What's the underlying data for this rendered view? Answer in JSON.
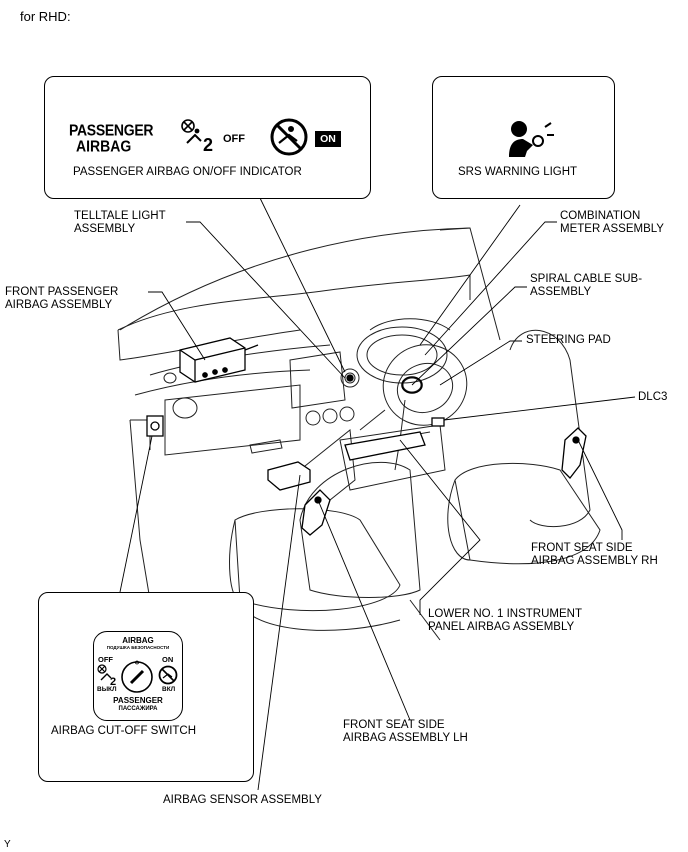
{
  "header": "for RHD:",
  "footer_mark": "Y",
  "indicator_box": {
    "passenger_line1": "PASSENGER",
    "passenger_line2": "AIRBAG",
    "off_text": "OFF",
    "on_text": "ON",
    "caption": "PASSENGER AIRBAG ON/OFF INDICATOR"
  },
  "srs_box": {
    "caption": "SRS WARNING LIGHT"
  },
  "switch_box": {
    "title": "AIRBAG",
    "cyr_line": "ПОДУШКА БЕЗОПАСНОСТИ",
    "off": "OFF",
    "on": "ON",
    "off_cyr": "ВЫКЛ",
    "on_cyr": "ВКЛ",
    "passenger": "PASSENGER",
    "passenger_cyr": "ПАССАЖИРА",
    "caption": "AIRBAG CUT-OFF SWITCH"
  },
  "callouts": {
    "telltale_1": "TELLTALE LIGHT",
    "telltale_2": "ASSEMBLY",
    "combo_1": "COMBINATION",
    "combo_2": "METER ASSEMBLY",
    "front_pass_1": "FRONT PASSENGER",
    "front_pass_2": "AIRBAG ASSEMBLY",
    "spiral_1": "SPIRAL CABLE SUB-",
    "spiral_2": "ASSEMBLY",
    "steering_pad": "STEERING PAD",
    "dlc3": "DLC3",
    "seat_rh_1": "FRONT SEAT SIDE",
    "seat_rh_2": "AIRBAG ASSEMBLY RH",
    "lower_1": "LOWER NO. 1 INSTRUMENT",
    "lower_2": "PANEL AIRBAG ASSEMBLY",
    "seat_lh_1": "FRONT SEAT SIDE",
    "seat_lh_2": "AIRBAG ASSEMBLY LH",
    "sensor": "AIRBAG SENSOR ASSEMBLY"
  }
}
